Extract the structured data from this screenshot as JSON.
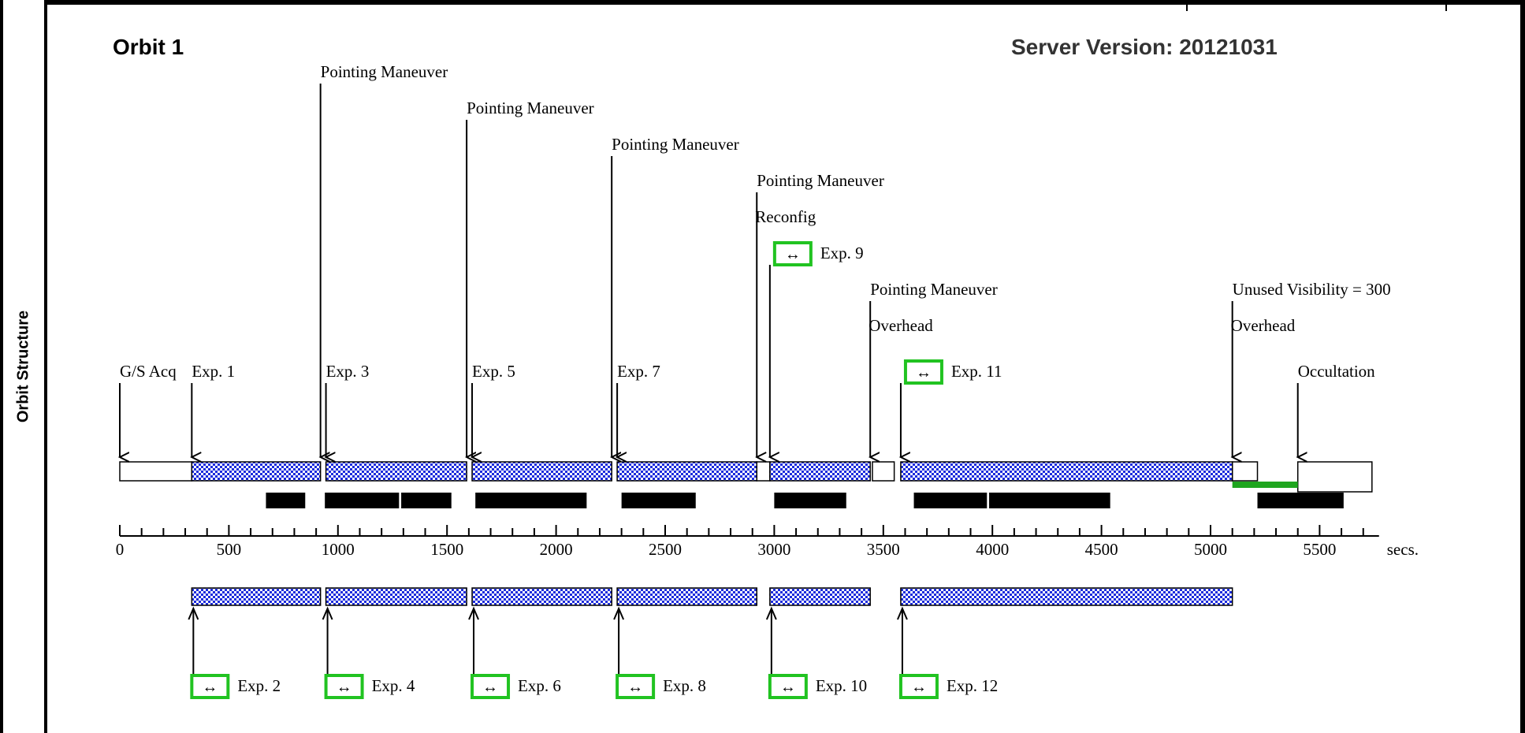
{
  "side_label": "Orbit Structure",
  "header": {
    "orbit_title": "Orbit 1",
    "server_version": "Server Version: 20121031"
  },
  "colors": {
    "exposure_fill": "#1b2bdc",
    "expand_box": "#21c321",
    "unused_visibility_bar": "#1fa51f",
    "black_bar": "#000000"
  },
  "axis": {
    "min": 0,
    "max": 5700,
    "unit_label": "secs.",
    "ticks": [
      0,
      500,
      1000,
      1500,
      2000,
      2500,
      3000,
      3500,
      4000,
      4500,
      5000,
      5500
    ],
    "minor_step": 100
  },
  "events": [
    {
      "label": "G/S Acq",
      "t": 0
    },
    {
      "label": "Exp. 1",
      "t": 330
    },
    {
      "label": "Pointing Maneuver",
      "t": 920
    },
    {
      "label": "Exp. 3",
      "t": 945
    },
    {
      "label": "Pointing Maneuver",
      "t": 1590
    },
    {
      "label": "Exp. 5",
      "t": 1615
    },
    {
      "label": "Pointing Maneuver",
      "t": 2255
    },
    {
      "label": "Exp. 7",
      "t": 2280
    },
    {
      "label": "Pointing Maneuver",
      "t": 2920
    },
    {
      "label": "Reconfig",
      "t": 2920
    },
    {
      "label": "Exp. 9",
      "t": 2980
    },
    {
      "label": "Pointing Maneuver",
      "t": 3440
    },
    {
      "label": "Overhead",
      "t": 3440
    },
    {
      "label": "Exp. 11",
      "t": 3580
    },
    {
      "label": "Unused Visibility = 300",
      "t": 5100
    },
    {
      "label": "Overhead",
      "t": 5100
    },
    {
      "label": "Occultation",
      "t": 5400
    }
  ],
  "top_exposures": [
    {
      "start": 330,
      "end": 920
    },
    {
      "start": 945,
      "end": 1590
    },
    {
      "start": 1615,
      "end": 2255
    },
    {
      "start": 2280,
      "end": 2920
    },
    {
      "start": 2980,
      "end": 3440
    },
    {
      "start": 3580,
      "end": 5100
    }
  ],
  "top_open_boxes": [
    {
      "start": 0,
      "end": 330
    },
    {
      "start": 2920,
      "end": 2980
    },
    {
      "start": 3450,
      "end": 3550
    },
    {
      "start": 5100,
      "end": 5215
    },
    {
      "start": 5400,
      "end": 5740
    }
  ],
  "unused_visibility_bar": {
    "start": 5100,
    "end": 5400
  },
  "black_bars": [
    {
      "start": 670,
      "end": 850
    },
    {
      "start": 940,
      "end": 1280
    },
    {
      "start": 1290,
      "end": 1520
    },
    {
      "start": 1630,
      "end": 2140
    },
    {
      "start": 2300,
      "end": 2640
    },
    {
      "start": 3000,
      "end": 3330
    },
    {
      "start": 3640,
      "end": 3975
    },
    {
      "start": 3985,
      "end": 4540
    },
    {
      "start": 5215,
      "end": 5610
    }
  ],
  "bottom_exposures": [
    {
      "label": "Exp. 2",
      "start": 330,
      "end": 920
    },
    {
      "label": "Exp. 4",
      "start": 945,
      "end": 1590
    },
    {
      "label": "Exp. 6",
      "start": 1615,
      "end": 2255
    },
    {
      "label": "Exp. 8",
      "start": 2280,
      "end": 2920
    },
    {
      "label": "Exp. 10",
      "start": 2980,
      "end": 3440
    },
    {
      "label": "Exp. 12",
      "start": 3580,
      "end": 5100
    }
  ],
  "expand_icon_glyph": "↔"
}
